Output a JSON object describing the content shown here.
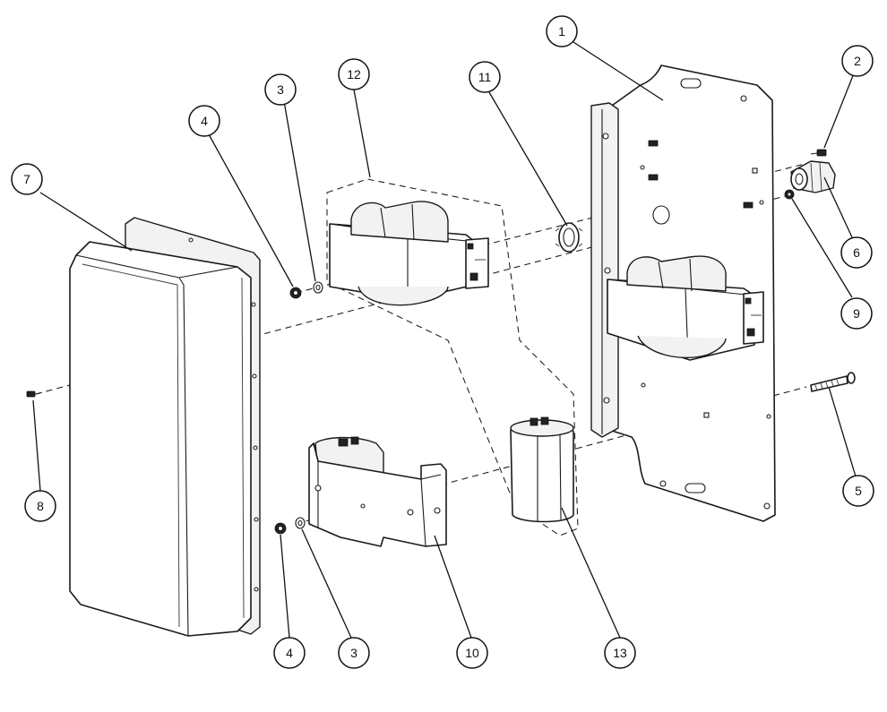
{
  "callouts": [
    {
      "number": "1"
    },
    {
      "number": "2"
    },
    {
      "number": "3"
    },
    {
      "number": "4"
    },
    {
      "number": "5"
    },
    {
      "number": "6"
    },
    {
      "number": "7"
    },
    {
      "number": "8"
    },
    {
      "number": "9"
    },
    {
      "number": "10"
    },
    {
      "number": "11"
    },
    {
      "number": "12"
    },
    {
      "number": "13"
    },
    {
      "number": "4"
    },
    {
      "number": "3"
    }
  ]
}
